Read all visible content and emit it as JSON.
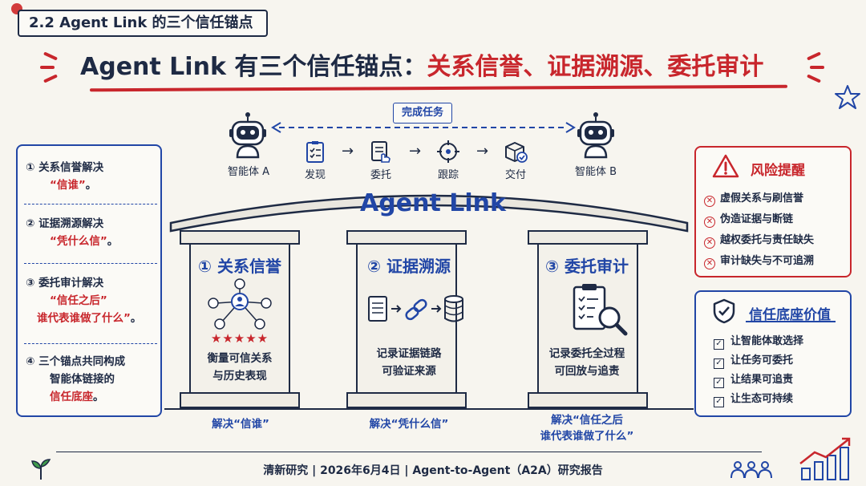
{
  "section_tag": "2.2 Agent Link 的三个信任锚点",
  "title": {
    "prefix": "Agent Link 有三个信任锚点：",
    "highlight": "关系信誉、证据溯源、委托审计"
  },
  "workflow": {
    "badge": "完成任务",
    "agent_a": "智能体 A",
    "agent_b": "智能体 B",
    "steps": [
      {
        "label": "发现",
        "icon": "checklist-icon"
      },
      {
        "label": "委托",
        "icon": "document-hand-icon"
      },
      {
        "label": "跟踪",
        "icon": "tracking-icon"
      },
      {
        "label": "交付",
        "icon": "package-check-icon"
      }
    ]
  },
  "left_panel": {
    "items": [
      {
        "line1": "① 关系信誉解决",
        "line2": "“信谁”",
        "line2_suffix": "。"
      },
      {
        "line1": "② 证据溯源解决",
        "line2": "“凭什么信”",
        "line2_suffix": "。"
      },
      {
        "line1": "③ 委托审计解决",
        "line2": "“信任之后”",
        "line3": "谁代表谁做了什么”",
        "line3_suffix": "。"
      },
      {
        "line1": "④ 三个锚点共同构成",
        "line2": "智能体链接的",
        "line3": "信任底座",
        "line3_suffix": "。"
      }
    ]
  },
  "bridge": {
    "deck": "Agent Link",
    "pillars": [
      {
        "title": "① 关系信誉",
        "desc1": "衡量可信关系",
        "desc2": "与历史表现",
        "solve1": "解决“信谁”",
        "solve2": "",
        "icon": "network-people-icon",
        "stars": "★★★★★"
      },
      {
        "title": "② 证据溯源",
        "desc1": "记录证据链路",
        "desc2": "可验证来源",
        "solve1": "解决“凭什么信”",
        "solve2": "",
        "icon": "chain-database-icon"
      },
      {
        "title": "③ 委托审计",
        "desc1": "记录委托全过程",
        "desc2": "可回放与追责",
        "solve1": "解决“信任之后",
        "solve2": "谁代表谁做了什么”",
        "icon": "audit-clipboard-icon"
      }
    ]
  },
  "risk": {
    "title": "风险提醒",
    "items": [
      "虚假关系与刷信誉",
      "伪造证据与断链",
      "越权委托与责任缺失",
      "审计缺失与不可追溯"
    ]
  },
  "value": {
    "title": "信任底座价值",
    "items": [
      "让智能体敢选择",
      "让任务可委托",
      "让结果可追责",
      "让生态可持续"
    ]
  },
  "footer": "清新研究 | 2026年6月4日 | Agent-to-Agent（A2A）研究报告",
  "colors": {
    "blue": "#2146a6",
    "red": "#c8262c",
    "ink": "#1e2a44",
    "paper": "#f7f5ef"
  }
}
